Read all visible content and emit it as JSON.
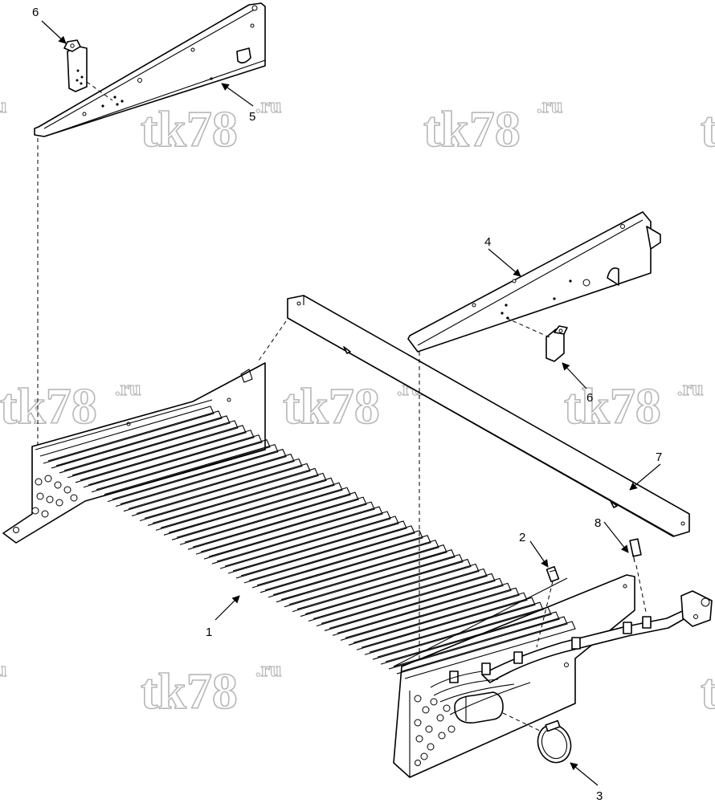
{
  "watermark": {
    "text": "tk78",
    "suffix": ".ru"
  },
  "callouts": {
    "c1": "1",
    "c2": "2",
    "c3": "3",
    "c4": "4",
    "c5": "5",
    "c6_top": "6",
    "c6_right": "6",
    "c7": "7",
    "c8": "8"
  }
}
